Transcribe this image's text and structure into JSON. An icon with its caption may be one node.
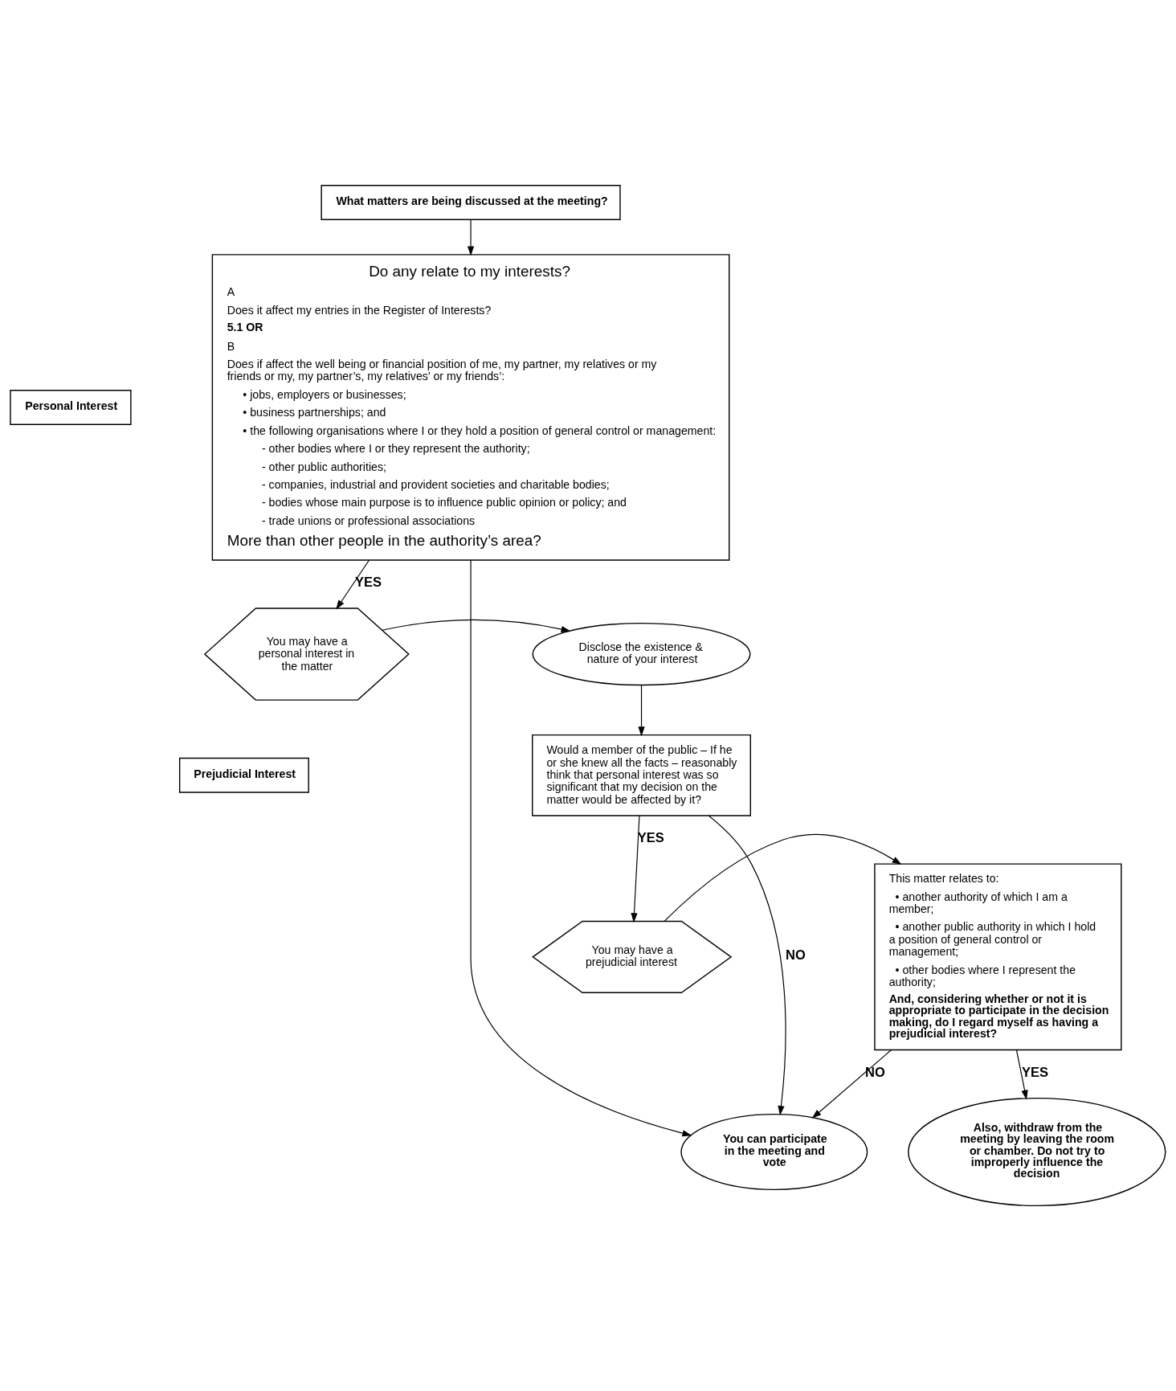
{
  "diagram": {
    "nodes": [
      {
        "text": [
          "What matters are being discussed at the meeting?"
        ]
      },
      {
        "text": [
          "Do any relate to my interests?",
          "A",
          "Does it affect my entries in the Register of Interests?",
          "5.1 OR",
          "B",
          "Does if affect the well being or financial position of me, my partner, my relatives or my friends or my, my partner’s, my relatives’ or my friends’:",
          "• jobs, employers or businesses;",
          "• business partnerships; and",
          "• the following organisations where I or they hold a position of general control or management:",
          "- other bodies where I or they represent the authority;",
          "- other public authorities;",
          "- companies, industrial and provident societies and charitable bodies;",
          "- bodies whose main purpose is to influence public opinion or policy; and",
          "- trade unions or professional associations",
          "More than other people in the authority’s area?"
        ]
      },
      {
        "text": [
          "You may have a personal interest in the matter"
        ]
      },
      {
        "text": [
          "Disclose the existence & nature of your interest"
        ]
      },
      {
        "text": [
          "Would a member of the public – If he or she knew all the facts – reasonably think that personal interest was so significant that my decision on the matter would be affected by it?"
        ]
      },
      {
        "text": [
          "You can participate in the meeting and vote"
        ]
      },
      {
        "text": [
          "You may have a prejudicial interest"
        ]
      },
      {
        "text": [
          "This matter relates to:",
          "• another authority of which I am a member;",
          "• another public authority in which I hold a position of general control or management;",
          "• other bodies where I represent the authority;",
          "And, considering whether or not it is appropriate to participate in the decision making, do I regard myself as having a prejudicial interest?"
        ]
      },
      {
        "text": [
          "Also, withdraw from the meeting by leaving the room or chamber. Do not try to improperly influence the decision"
        ]
      },
      {
        "text": [
          "Personal Interest"
        ]
      },
      {
        "text": [
          "Prejudicial Interest"
        ]
      }
    ],
    "edges": [
      {
        "from": 0,
        "to": 1,
        "arrow": "to"
      },
      {
        "from": 1,
        "to": 2,
        "arrow": "to",
        "label": "YES"
      },
      {
        "from": 1,
        "to": 5,
        "arrow": "to"
      },
      {
        "from": 2,
        "to": 3,
        "arrow": "to"
      },
      {
        "from": 3,
        "to": 4,
        "arrow": "to"
      },
      {
        "from": 4,
        "to": 5,
        "arrow": "to",
        "label": "NO"
      },
      {
        "from": 4,
        "to": 6,
        "arrow": "to",
        "label": "YES"
      },
      {
        "from": 6,
        "to": 7,
        "arrow": "to"
      },
      {
        "from": 7,
        "to": 8,
        "arrow": "to",
        "label": "YES"
      },
      {
        "from": 7,
        "to": 5,
        "arrow": "to",
        "label": "NO"
      }
    ]
  }
}
